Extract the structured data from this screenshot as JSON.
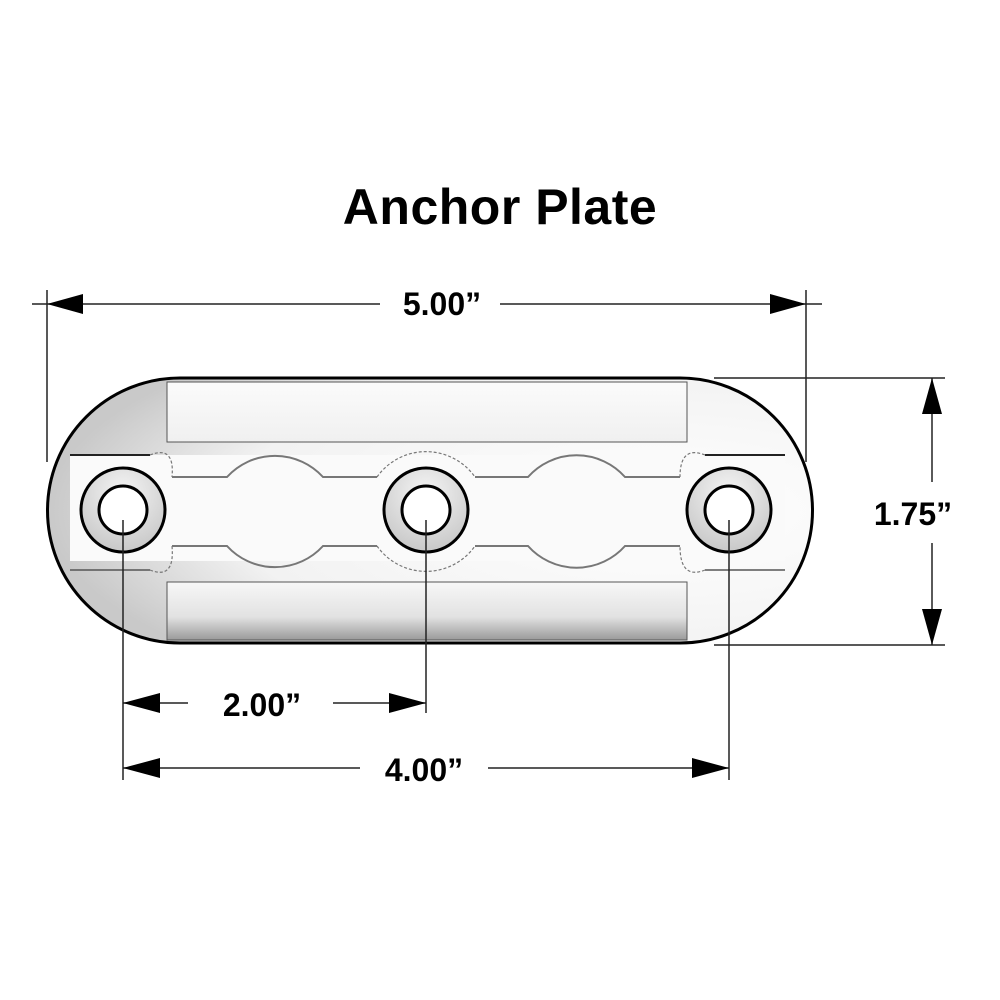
{
  "title": "Anchor Plate",
  "dimensions": {
    "overall_length": {
      "label": "5.00”",
      "value": 5.0,
      "unit": "in"
    },
    "overall_width": {
      "label": "1.75”",
      "value": 1.75,
      "unit": "in"
    },
    "hole_spacing_adjacent": {
      "label": "2.00”",
      "value": 2.0,
      "unit": "in"
    },
    "hole_spacing_outer": {
      "label": "4.00”",
      "value": 4.0,
      "unit": "in"
    }
  },
  "part": {
    "shape": "obround plate",
    "mounting_holes": 3,
    "recesses": 2
  },
  "colors": {
    "outline": "#000000",
    "dimension_line": "#333333",
    "fill": "#f8f8f8",
    "shade": "#cfcfcf"
  }
}
